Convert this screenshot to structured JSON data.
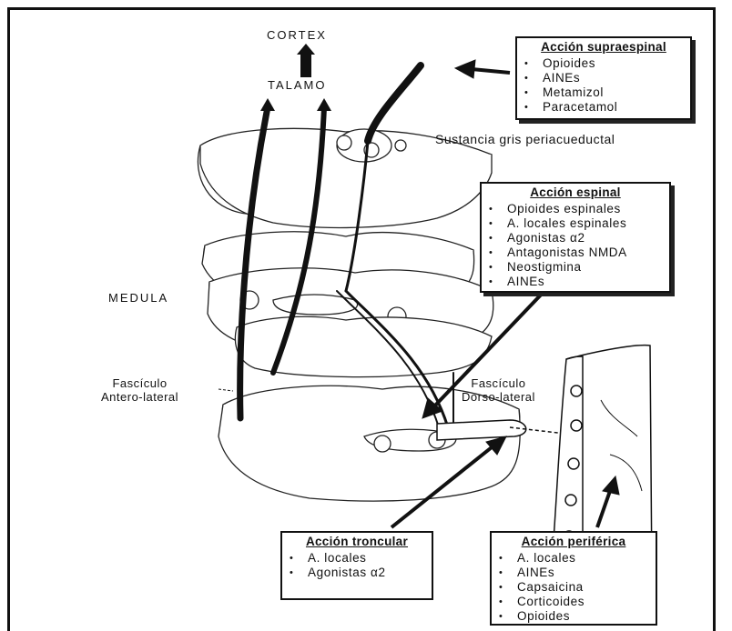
{
  "labels": {
    "cortex": "CORTEX",
    "talamo": "TALAMO",
    "sustancia": "Sustancia gris periacueductal",
    "medula": "MEDULA",
    "fasciculo_antero_1": "Fascículo",
    "fasciculo_antero_2": "Antero-lateral",
    "fasciculo_dorso_1": "Fascículo",
    "fasciculo_dorso_2": "Dorso-lateral"
  },
  "boxes": {
    "supraespinal": {
      "title": "Acción supraespinal",
      "items": [
        "Opioides",
        "AINEs",
        "Metamizol",
        "Paracetamol"
      ]
    },
    "espinal": {
      "title": "Acción espinal",
      "items": [
        "Opioides espinales",
        "A. locales espinales",
        "Agonistas α2",
        "Antagonistas NMDA",
        "Neostigmina",
        "AINEs"
      ]
    },
    "troncular": {
      "title": "Acción troncular",
      "items": [
        "A. locales",
        "Agonistas α2"
      ]
    },
    "periferica": {
      "title": "Acción periférica",
      "items": [
        "A. locales",
        "AINEs",
        "Capsaicina",
        "Corticoides",
        "Opioides"
      ]
    }
  }
}
